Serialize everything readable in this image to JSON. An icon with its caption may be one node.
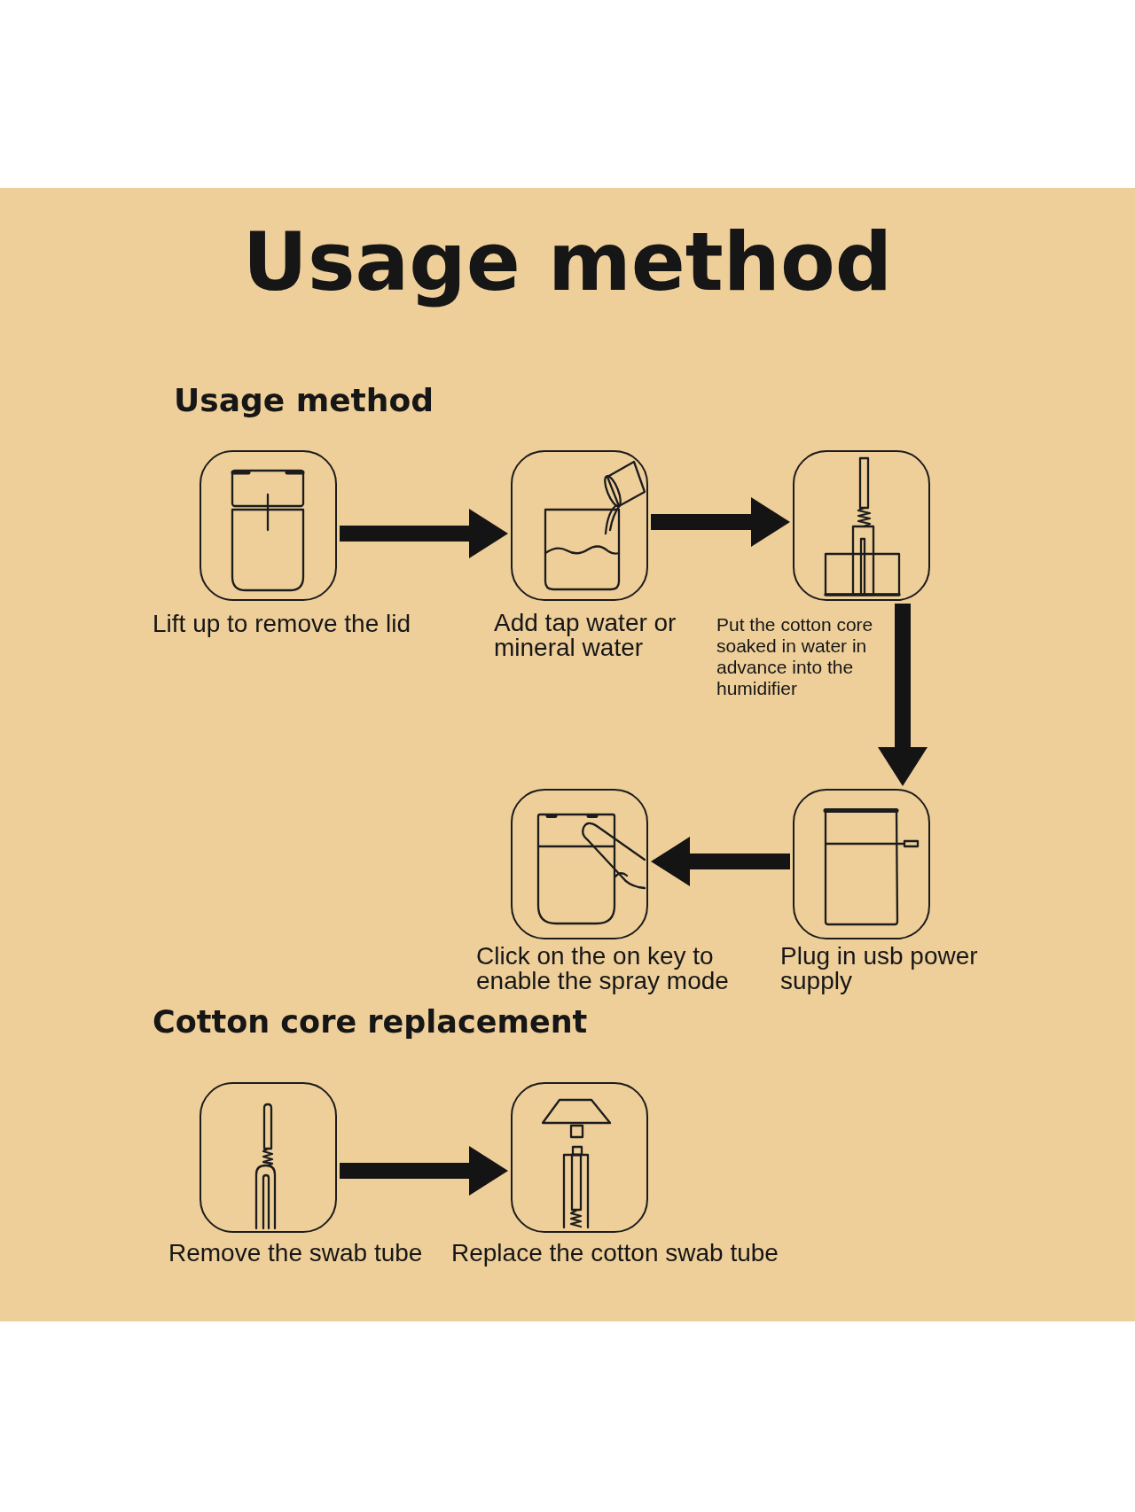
{
  "diagram": {
    "title": "Usage method",
    "nodes": [
      {
        "text": [],
        "shape": "picture",
        "beside": [
          "Lift up to remove the lid"
        ]
      },
      {
        "text": [],
        "shape": "picture",
        "beside": [
          "Add tap water or mineral water"
        ]
      },
      {
        "text": [],
        "shape": "picture",
        "beside": [
          "Put the cotton core soaked in water in advance into the humidifier"
        ]
      },
      {
        "text": [],
        "shape": "picture",
        "beside": [
          "Click on the on key to enable the spray mode"
        ]
      },
      {
        "text": [],
        "shape": "picture",
        "beside": [
          "Plug in usb power supply"
        ]
      },
      {
        "text": [],
        "shape": "picture",
        "beside": [
          "Remove the swab tube"
        ]
      },
      {
        "text": [],
        "shape": "picture",
        "beside": [
          "Replace the cotton swab tube"
        ]
      }
    ],
    "edges": [
      {
        "from": 0,
        "to": 1,
        "arrow": "to"
      },
      {
        "from": 1,
        "to": 2,
        "arrow": "to"
      },
      {
        "from": 2,
        "to": 4,
        "arrow": "to"
      },
      {
        "from": 4,
        "to": 3,
        "arrow": "to"
      },
      {
        "from": 5,
        "to": 6,
        "arrow": "to"
      }
    ],
    "labels": [
      "Usage method",
      "Cotton core replacement"
    ]
  }
}
